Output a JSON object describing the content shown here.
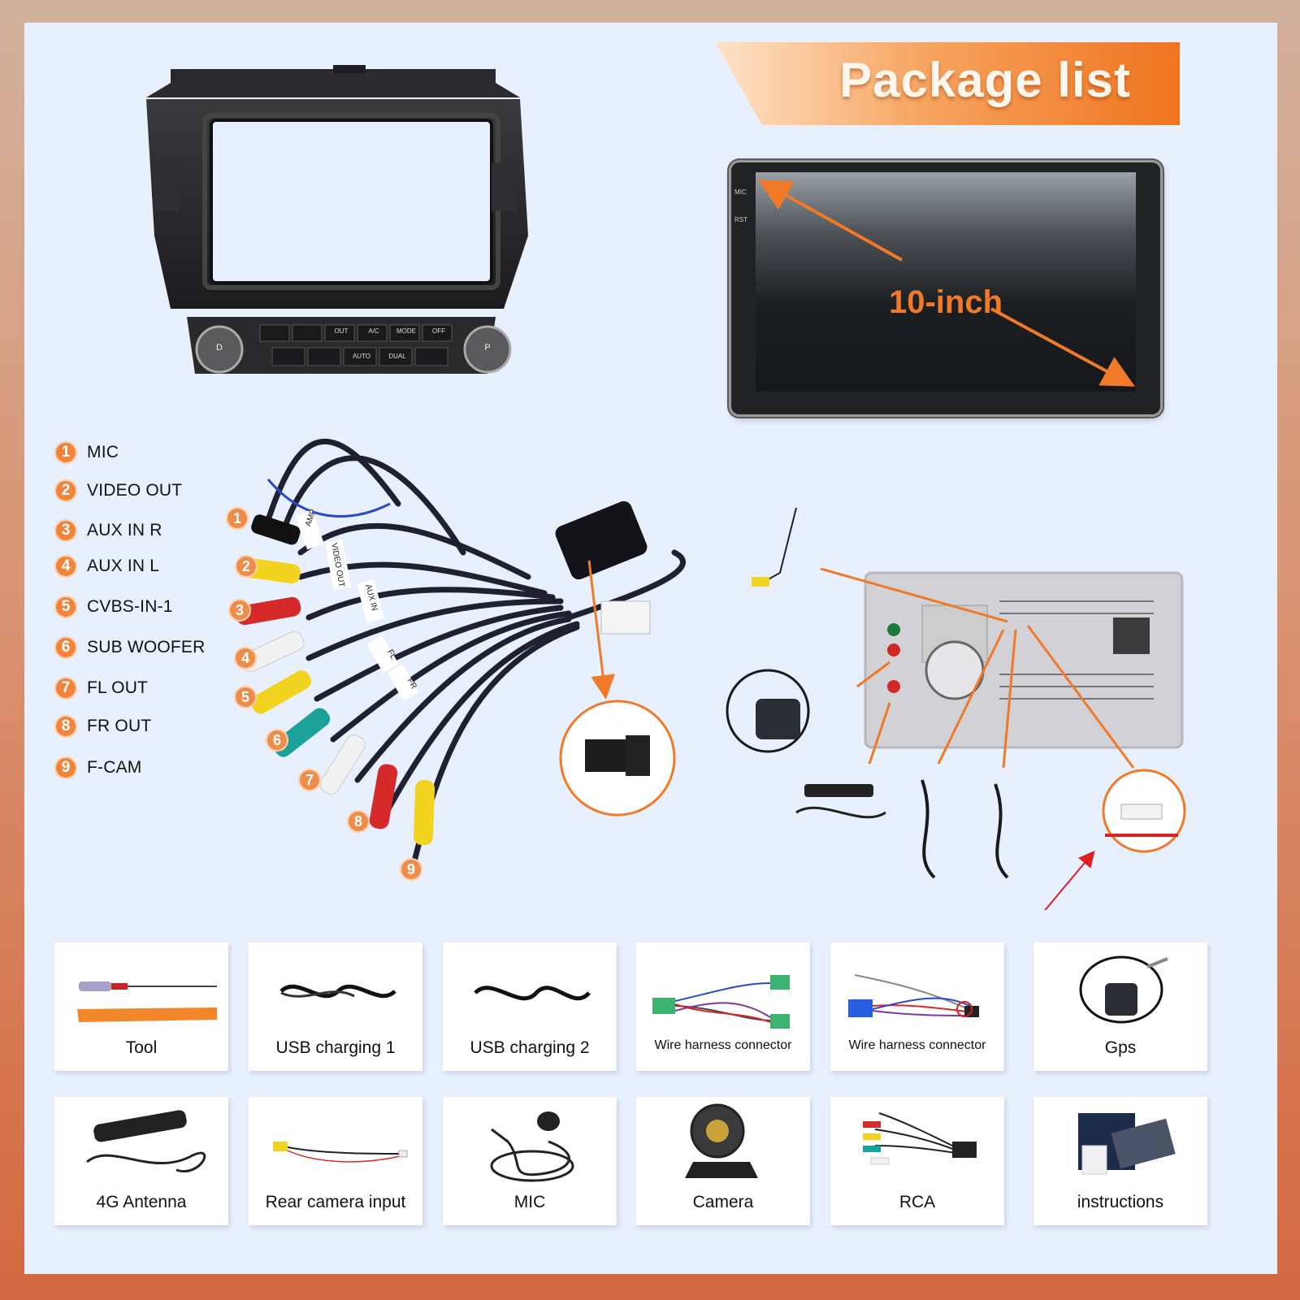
{
  "banner": {
    "title": "Package list"
  },
  "screen": {
    "size_label": "10-inch",
    "side_labels": [
      "MIC",
      "RST"
    ]
  },
  "legend": [
    {
      "num": "1",
      "label": "MIC"
    },
    {
      "num": "2",
      "label": "VIDEO OUT"
    },
    {
      "num": "3",
      "label": "AUX IN R"
    },
    {
      "num": "4",
      "label": "AUX IN L"
    },
    {
      "num": "5",
      "label": "CVBS-IN-1"
    },
    {
      "num": "6",
      "label": "SUB WOOFER"
    },
    {
      "num": "7",
      "label": "FL OUT"
    },
    {
      "num": "8",
      "label": "FR OUT"
    },
    {
      "num": "9",
      "label": "F-CAM"
    }
  ],
  "bezel_buttons": {
    "row1": [
      "",
      "",
      "OUT",
      "A/C",
      "MODE",
      "OFF"
    ],
    "row2": [
      "",
      "",
      "AUTO",
      "DUAL",
      ""
    ],
    "knob_left": "D",
    "knob_right": "P"
  },
  "cable_tags": [
    "AMP",
    "VIDEO OUT",
    "AUX IN",
    "FL",
    "FR"
  ],
  "cards_row1": [
    {
      "label": "Tool"
    },
    {
      "label": "USB charging 1"
    },
    {
      "label": "USB charging 2"
    },
    {
      "label": "Wire harness connector"
    },
    {
      "label": "Wire harness connector"
    },
    {
      "label": "Gps"
    }
  ],
  "cards_row2": [
    {
      "label": "4G Antenna"
    },
    {
      "label": "Rear camera input"
    },
    {
      "label": "MIC"
    },
    {
      "label": "Camera"
    },
    {
      "label": "RCA"
    },
    {
      "label": "instructions"
    }
  ],
  "colors": {
    "accent": "#f07a28",
    "panel": "#e8effd",
    "arrow_red": "#e01e1e"
  }
}
